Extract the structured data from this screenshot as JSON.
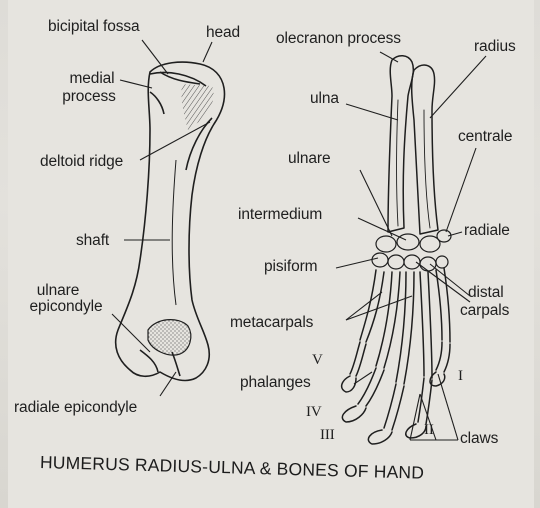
{
  "labels": {
    "bicipital_fossa": "bicipital fossa",
    "head": "head",
    "medial_process_1": "medial",
    "medial_process_2": "process",
    "deltoid_ridge": "deltoid ridge",
    "shaft": "shaft",
    "ulnare_epicondyle_1": "ulnare",
    "ulnare_epicondyle_2": "epicondyle",
    "radiale_epicondyle": "radiale epicondyle",
    "olecranon_process": "olecranon process",
    "radius": "radius",
    "ulna": "ulna",
    "centrale": "centrale",
    "ulnare": "ulnare",
    "intermedium": "intermedium",
    "radiale": "radiale",
    "pisiform": "pisiform",
    "distal_carpals_1": "distal",
    "distal_carpals_2": "carpals",
    "metacarpals": "metacarpals",
    "digit_V": "V",
    "digit_I": "I",
    "phalanges": "phalanges",
    "digit_IV": "IV",
    "digit_III": "III",
    "digit_II": "II",
    "claws": "claws"
  },
  "caption": "HUMERUS RADIUS-ULNA & BONES OF HAND",
  "colors": {
    "ink": "#1f1f1f",
    "paper": "#e6e4df",
    "stipple": "#6b6b6b"
  }
}
